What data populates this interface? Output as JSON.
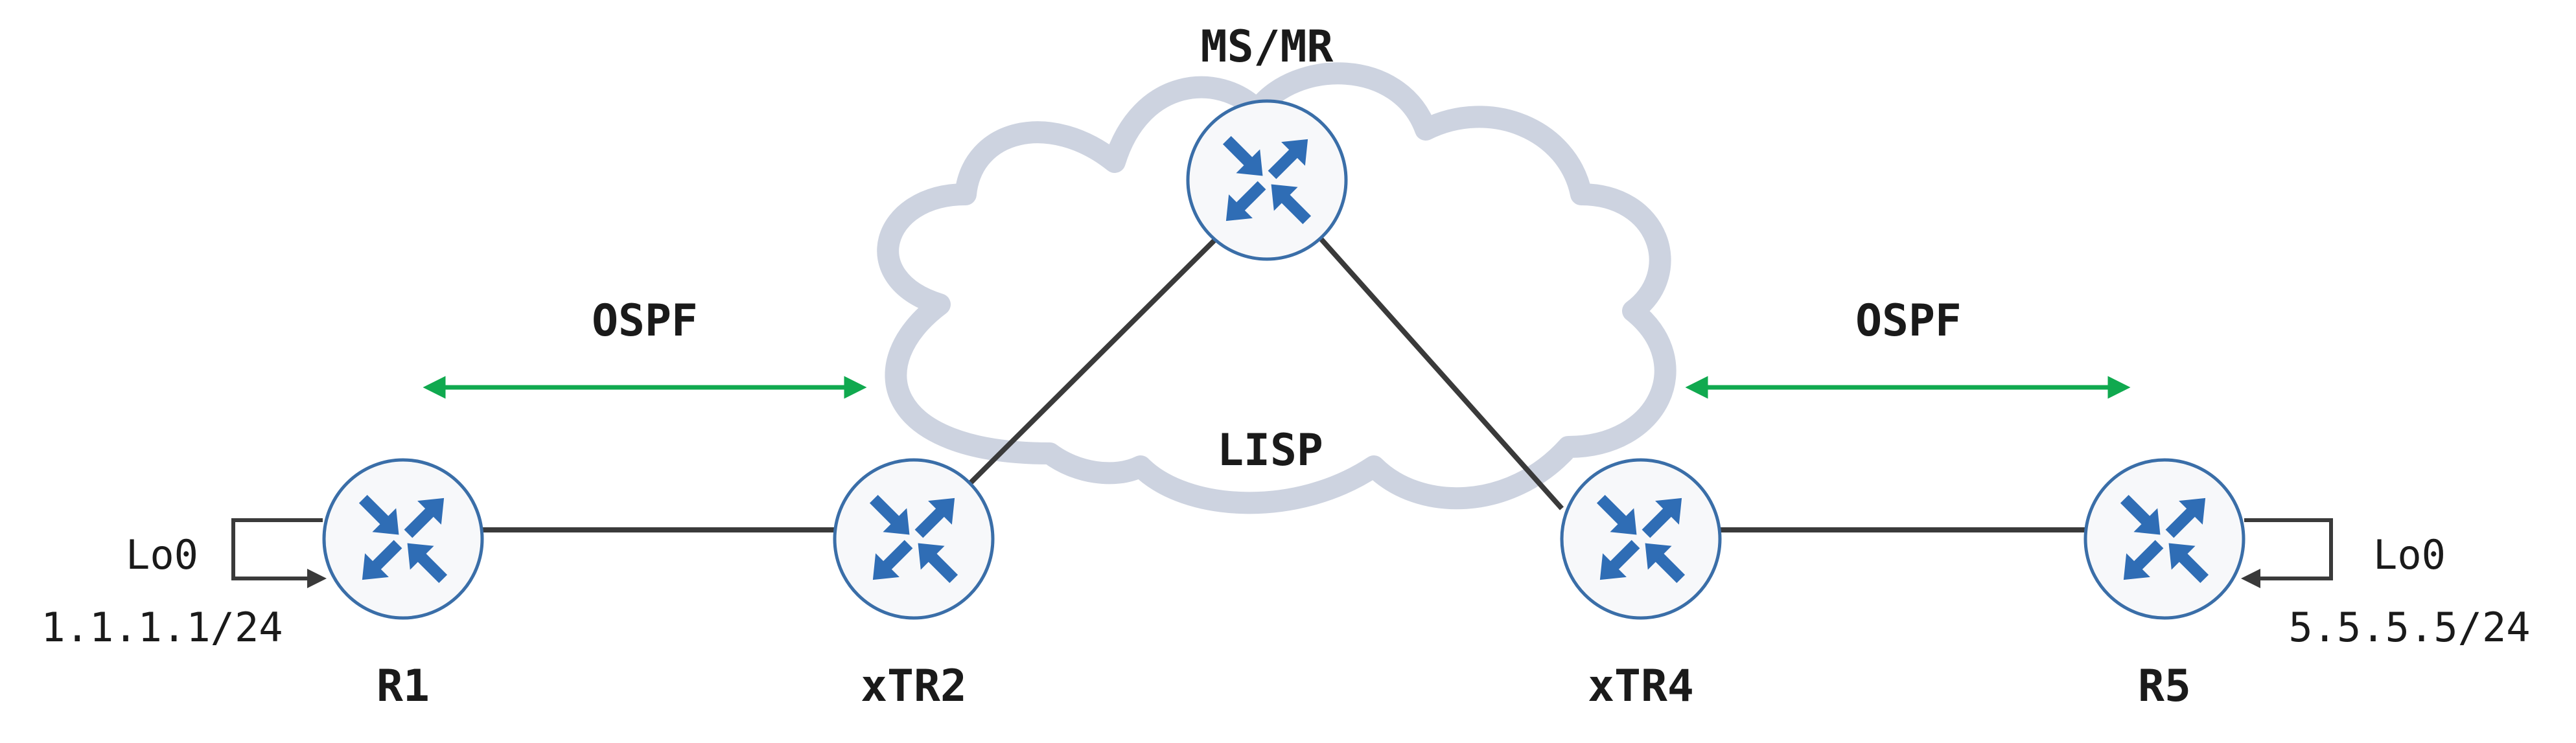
{
  "routers": {
    "ms_mr": "MS/MR",
    "r1": "R1",
    "xtr2": "xTR2",
    "xtr4": "xTR4",
    "r5": "R5"
  },
  "protocols": {
    "ospf_left": "OSPF",
    "ospf_right": "OSPF",
    "lisp": "LISP"
  },
  "loopbacks": {
    "left": {
      "name": "Lo0",
      "address": "1.1.1.1/24"
    },
    "right": {
      "name": "Lo0",
      "address": "5.5.5.5/24"
    }
  },
  "colors": {
    "router_fill": "#f7f8fa",
    "router_stroke": "#3a6ea8",
    "arrow_blue": "#2f6db5",
    "cloud": "#cdd3e0",
    "link": "#3a3a3a",
    "ospf_green": "#10a94f"
  }
}
